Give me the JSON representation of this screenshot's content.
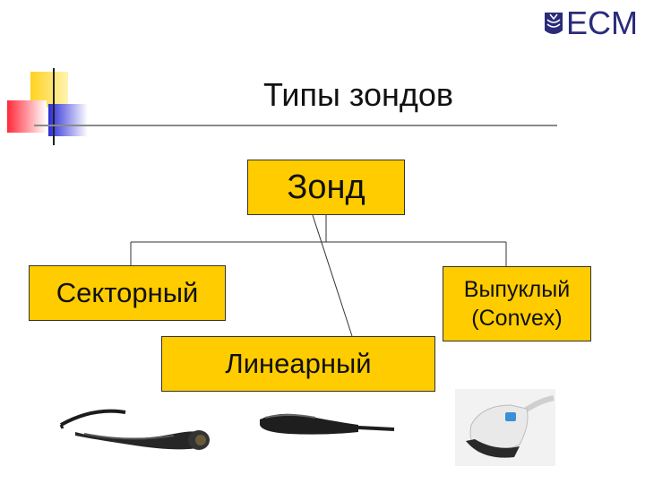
{
  "logo": {
    "text": "ECM",
    "icon": "ecm-logo-mark"
  },
  "title": "Типы зондов",
  "diagram": {
    "root": "Зонд",
    "children": [
      {
        "label": "Секторный"
      },
      {
        "label": "Линеарный"
      },
      {
        "label_lines": [
          "Выпуклый",
          "(Convex)"
        ]
      }
    ]
  },
  "colors": {
    "box_fill": "#ffcc00",
    "box_border": "#333333",
    "title_rule": "#8a8a8a",
    "logo": "#2b2b7a"
  },
  "images": [
    "sector-probe-photo",
    "linear-probe-photo",
    "convex-probe-photo"
  ]
}
